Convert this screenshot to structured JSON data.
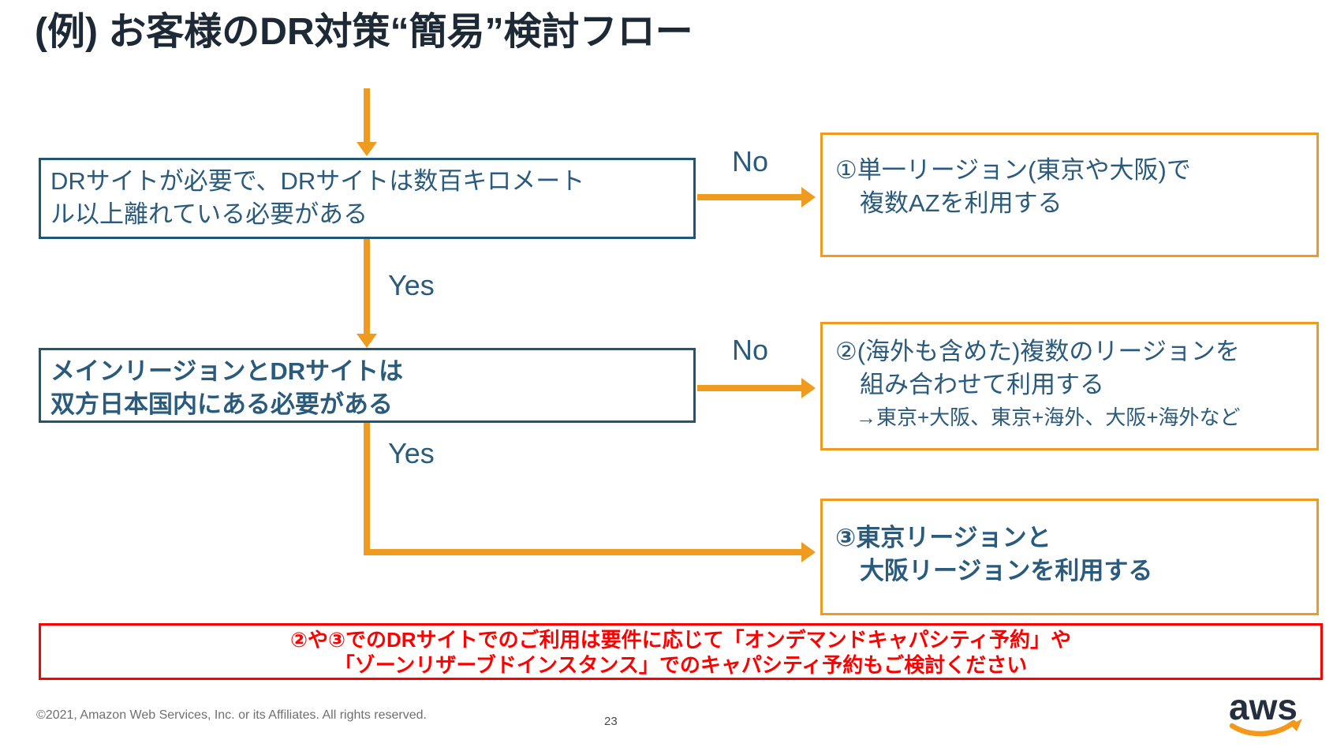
{
  "slide": {
    "title": "(例) お客様のDR対策“簡易”検討フロー",
    "page_number": "23",
    "copyright": "©2021, Amazon Web Services, Inc. or its Affiliates. All rights reserved."
  },
  "flow": {
    "decision1": {
      "line1": "DRサイトが必要で、DRサイトは数百キロメート",
      "line2": "ル以上離れている必要がある"
    },
    "decision2": {
      "line1": "メインリージョンとDRサイトは",
      "line2": "双方日本国内にある必要がある"
    },
    "edge_labels": {
      "no1": "No",
      "yes1": "Yes",
      "no2": "No",
      "yes2": "Yes"
    },
    "result1": {
      "line1": "①単一リージョン(東京や大阪)で",
      "line2": "複数AZを利用する"
    },
    "result2": {
      "line1": "②(海外も含めた)複数のリージョンを",
      "line2": "組み合わせて利用する",
      "line3": "→東京+大阪、東京+海外、大阪+海外など"
    },
    "result3": {
      "line1": "③東京リージョンと",
      "line2": "大阪リージョンを利用する"
    }
  },
  "notice": {
    "line1": "②や③でのDRサイトでのご利用は要件に応じて「オンデマンドキャパシティ予約」や",
    "line2": "「ゾーンリザーブドインスタンス」でのキャパシティ予約もご検討ください"
  },
  "logo": {
    "text": "aws"
  },
  "colors": {
    "accent_orange": "#EF9B20",
    "teal_text": "#2A5B7C",
    "teal_border": "#1E5774",
    "alert_red": "#FF0000",
    "title_navy": "#1D2935",
    "footer_gray": "#6F6F6F"
  }
}
